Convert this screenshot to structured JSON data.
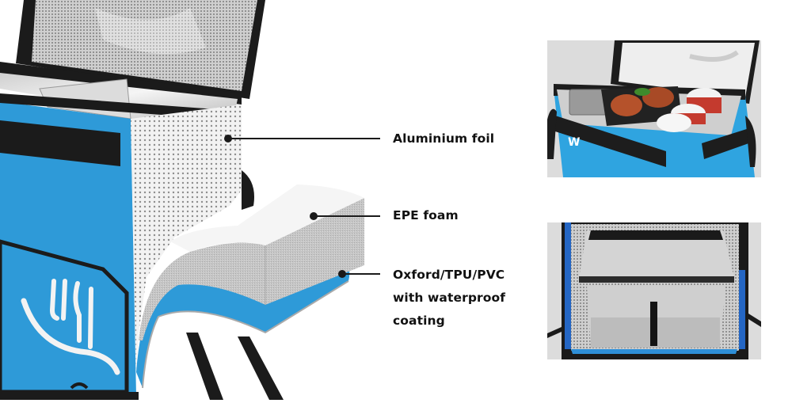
{
  "main_image": {
    "alt": "Blue insulated food delivery backpack with cutaway showing layers",
    "colors": {
      "bag_blue": "#2e9ad8",
      "strap_black": "#1b1b1b",
      "foil_silver": "#d9d9d9",
      "foam_gray": "#c4c4c4"
    }
  },
  "callouts": [
    {
      "label": "Aluminium foil",
      "lines": [
        "Aluminium foil"
      ]
    },
    {
      "label": "EPE foam",
      "lines": [
        "EPE foam"
      ]
    },
    {
      "label": "Oxford/TPU/PVC with waterproof coating",
      "lines": [
        "Oxford/TPU/PVC",
        "with waterproof",
        "coating"
      ]
    }
  ],
  "thumbnails": [
    {
      "alt": "Open cooler bag with food containers and drink cups"
    },
    {
      "alt": "Interior of insulated backpack with foil lining and divider shelf"
    }
  ]
}
